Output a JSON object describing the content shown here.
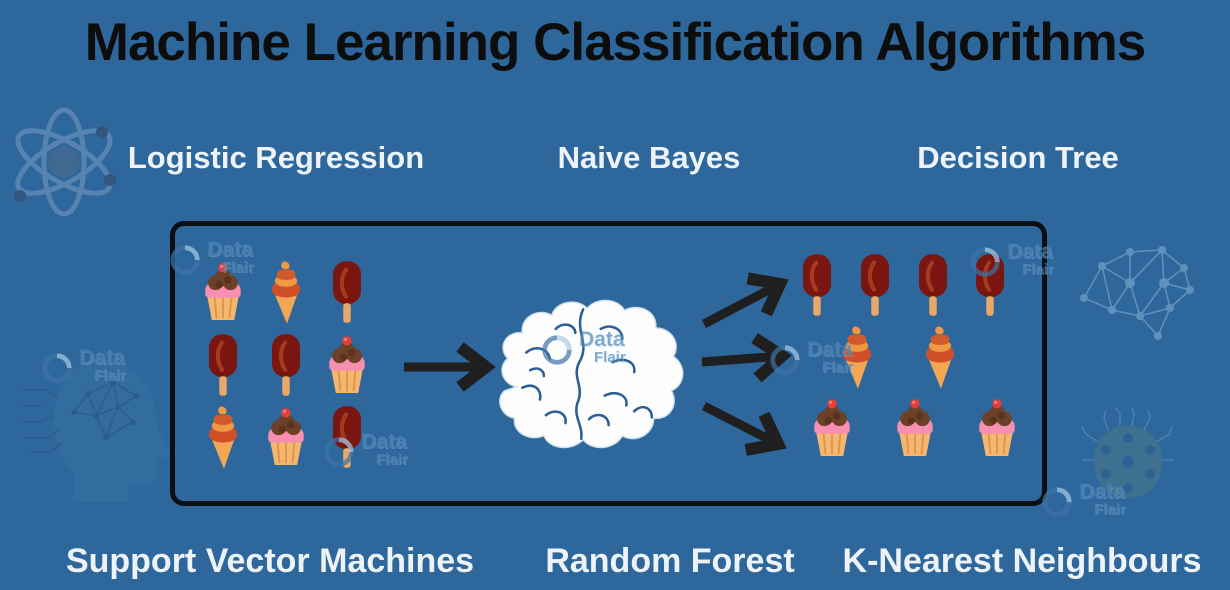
{
  "title": "Machine Learning Classification Algorithms",
  "labels": {
    "top": [
      {
        "text": "Logistic Regression"
      },
      {
        "text": "Naive Bayes"
      },
      {
        "text": "Decision Tree"
      }
    ],
    "bottom": [
      {
        "text": "Support Vector Machines"
      },
      {
        "text": "Random Forest"
      },
      {
        "text": "K-Nearest Neighbours"
      }
    ]
  },
  "diagram": {
    "center_icon": "brain-icon",
    "input_grid": [
      [
        "cupcake",
        "cone",
        "popsicle"
      ],
      [
        "popsicle",
        "popsicle",
        "cupcake"
      ],
      [
        "cone",
        "cupcake",
        "popsicle"
      ]
    ],
    "output_groups": [
      {
        "item": "popsicle",
        "count": 4
      },
      {
        "item": "cone",
        "count": 2
      },
      {
        "item": "cupcake",
        "count": 3
      }
    ]
  },
  "watermark": {
    "line1": "Data",
    "line2": "Flair"
  },
  "decorative_icons": [
    "atom-icon",
    "ai-head-circuit-icon",
    "network-brain-icon",
    "chip-circuit-icon",
    "dataflair-logo-icon"
  ],
  "colors": {
    "background": "#2d679b",
    "title_text": "#0d0d0d",
    "label_text": "#edf3f9",
    "box_border": "#0b0f14",
    "arrow": "#1f1f1f",
    "watermark_blue": "#4e88bc",
    "popsicle_body": "#7a150f",
    "cone_orange": "#ef9943",
    "cupcake_pink": "#f78fb0",
    "brain_white": "#fdfdfd"
  }
}
